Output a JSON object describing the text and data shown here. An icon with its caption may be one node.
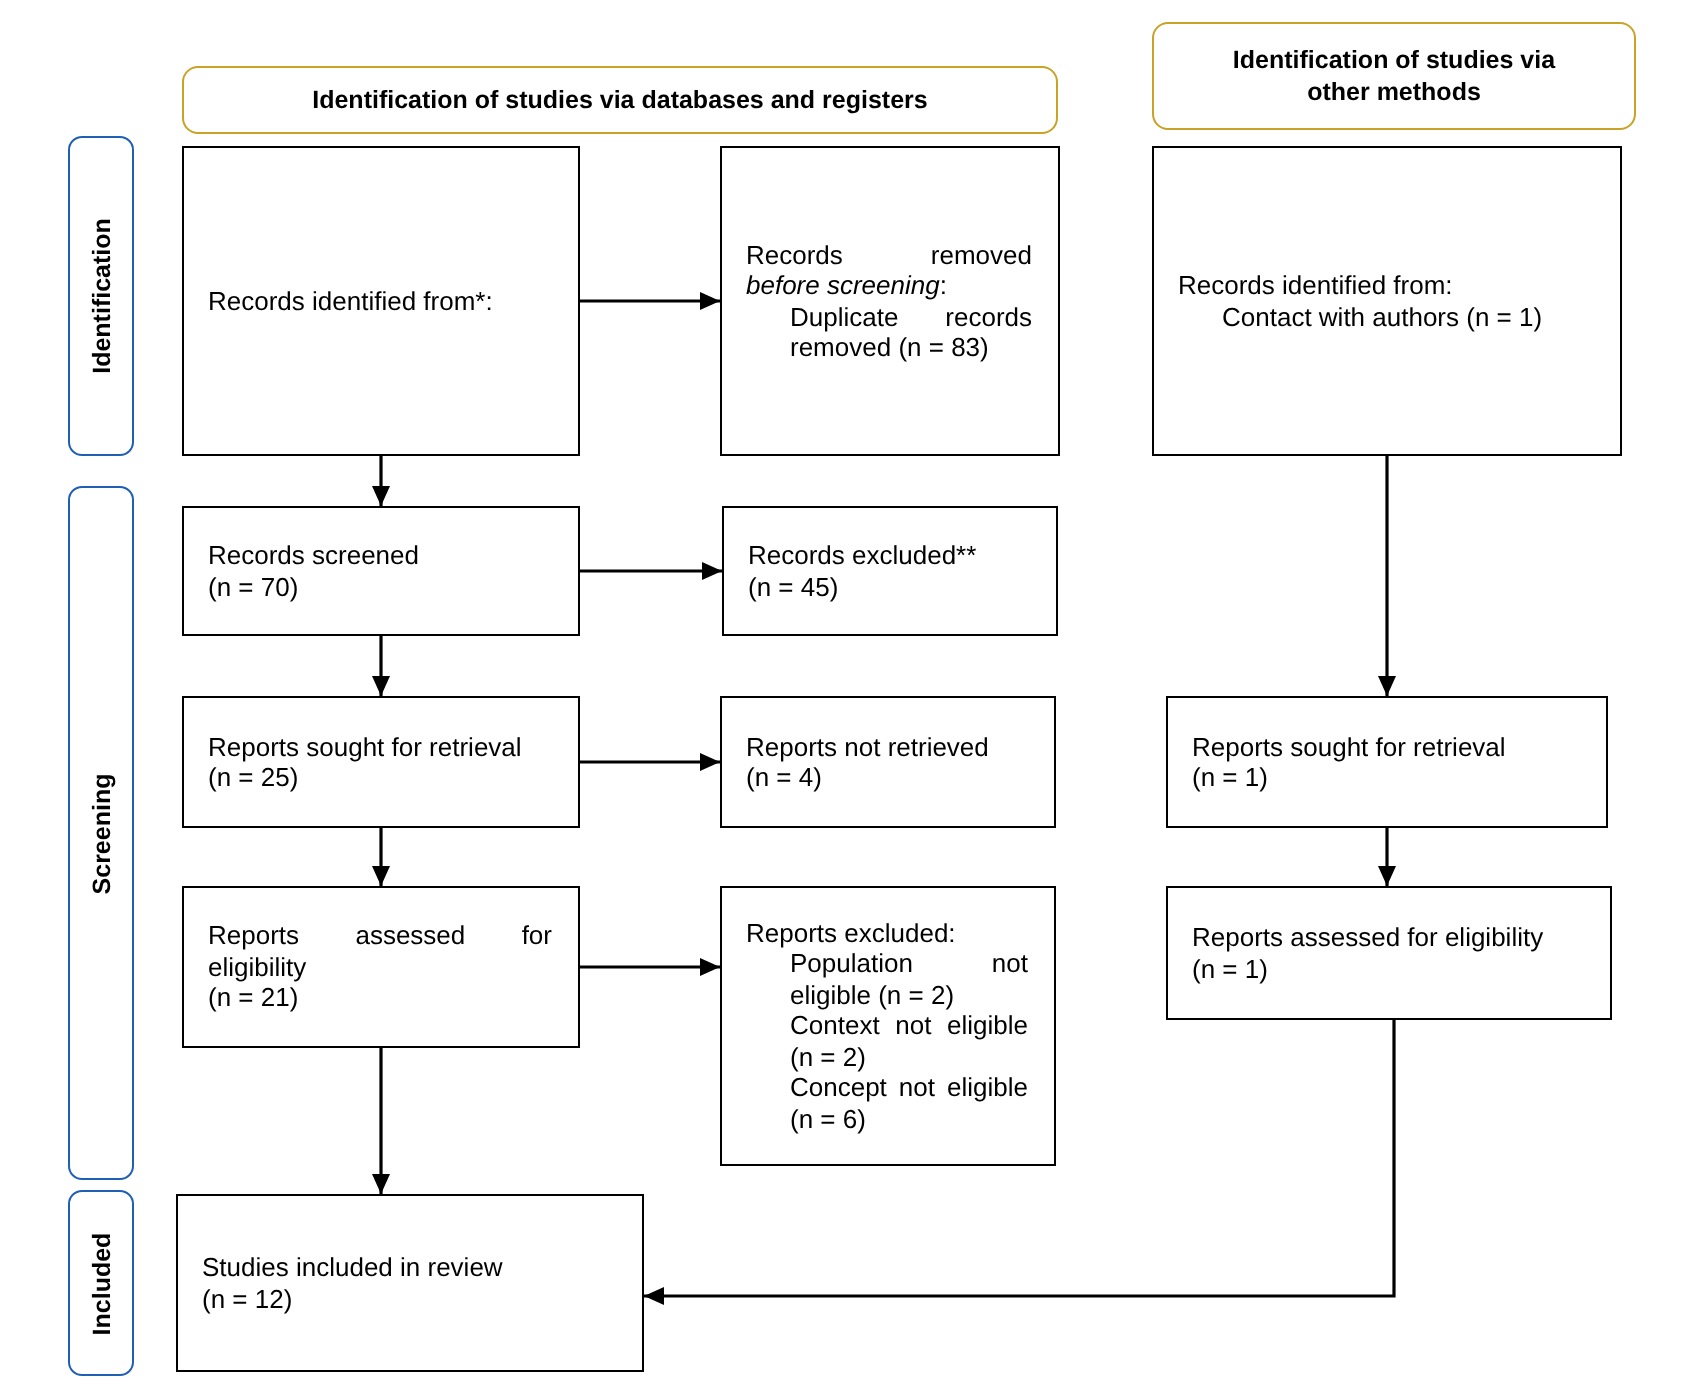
{
  "diagram": {
    "nodes": [
      {
        "text": [
          "Identification of studies via databases and registers"
        ]
      },
      {
        "text": [
          "Identification of studies via other methods"
        ]
      },
      {
        "text": [
          "Identification"
        ]
      },
      {
        "text": [
          "Screening"
        ]
      },
      {
        "text": [
          "Included"
        ]
      },
      {
        "text": [
          "Records identified from*:"
        ]
      },
      {
        "text": [
          "Records removed *before screening*:",
          "Duplicate records removed (n = 83)"
        ]
      },
      {
        "text": [
          "Records identified from:",
          "Contact with authors (n = 1)"
        ]
      },
      {
        "text": [
          "Records screened",
          "(n = 70)"
        ]
      },
      {
        "text": [
          "Records excluded**",
          "(n = 45)"
        ]
      },
      {
        "text": [
          "Reports sought for retrieval",
          "(n = 25)"
        ]
      },
      {
        "text": [
          "Reports not retrieved",
          "(n = 4)"
        ]
      },
      {
        "text": [
          "Reports sought for retrieval",
          "(n = 1)"
        ]
      },
      {
        "text": [
          "Reports assessed for eligibility",
          "(n = 21)"
        ]
      },
      {
        "text": [
          "Reports excluded:",
          "Population not eligible (n = 2)",
          "Context not eligible (n = 2)",
          "Concept not eligible (n = 6)"
        ]
      },
      {
        "text": [
          "Reports assessed for eligibility",
          "(n = 1)"
        ]
      },
      {
        "text": [
          "Studies included in review",
          "(n = 12)"
        ]
      }
    ],
    "edges": [
      {
        "from": 5,
        "to": 6,
        "arrow": "to"
      },
      {
        "from": 5,
        "to": 8,
        "arrow": "to"
      },
      {
        "from": 8,
        "to": 9,
        "arrow": "to"
      },
      {
        "from": 8,
        "to": 10,
        "arrow": "to"
      },
      {
        "from": 10,
        "to": 11,
        "arrow": "to"
      },
      {
        "from": 10,
        "to": 13,
        "arrow": "to"
      },
      {
        "from": 13,
        "to": 14,
        "arrow": "to"
      },
      {
        "from": 13,
        "to": 16,
        "arrow": "to"
      },
      {
        "from": 7,
        "to": 12,
        "arrow": "to"
      },
      {
        "from": 12,
        "to": 15,
        "arrow": "to"
      },
      {
        "from": 15,
        "to": 16,
        "arrow": "to"
      }
    ]
  }
}
